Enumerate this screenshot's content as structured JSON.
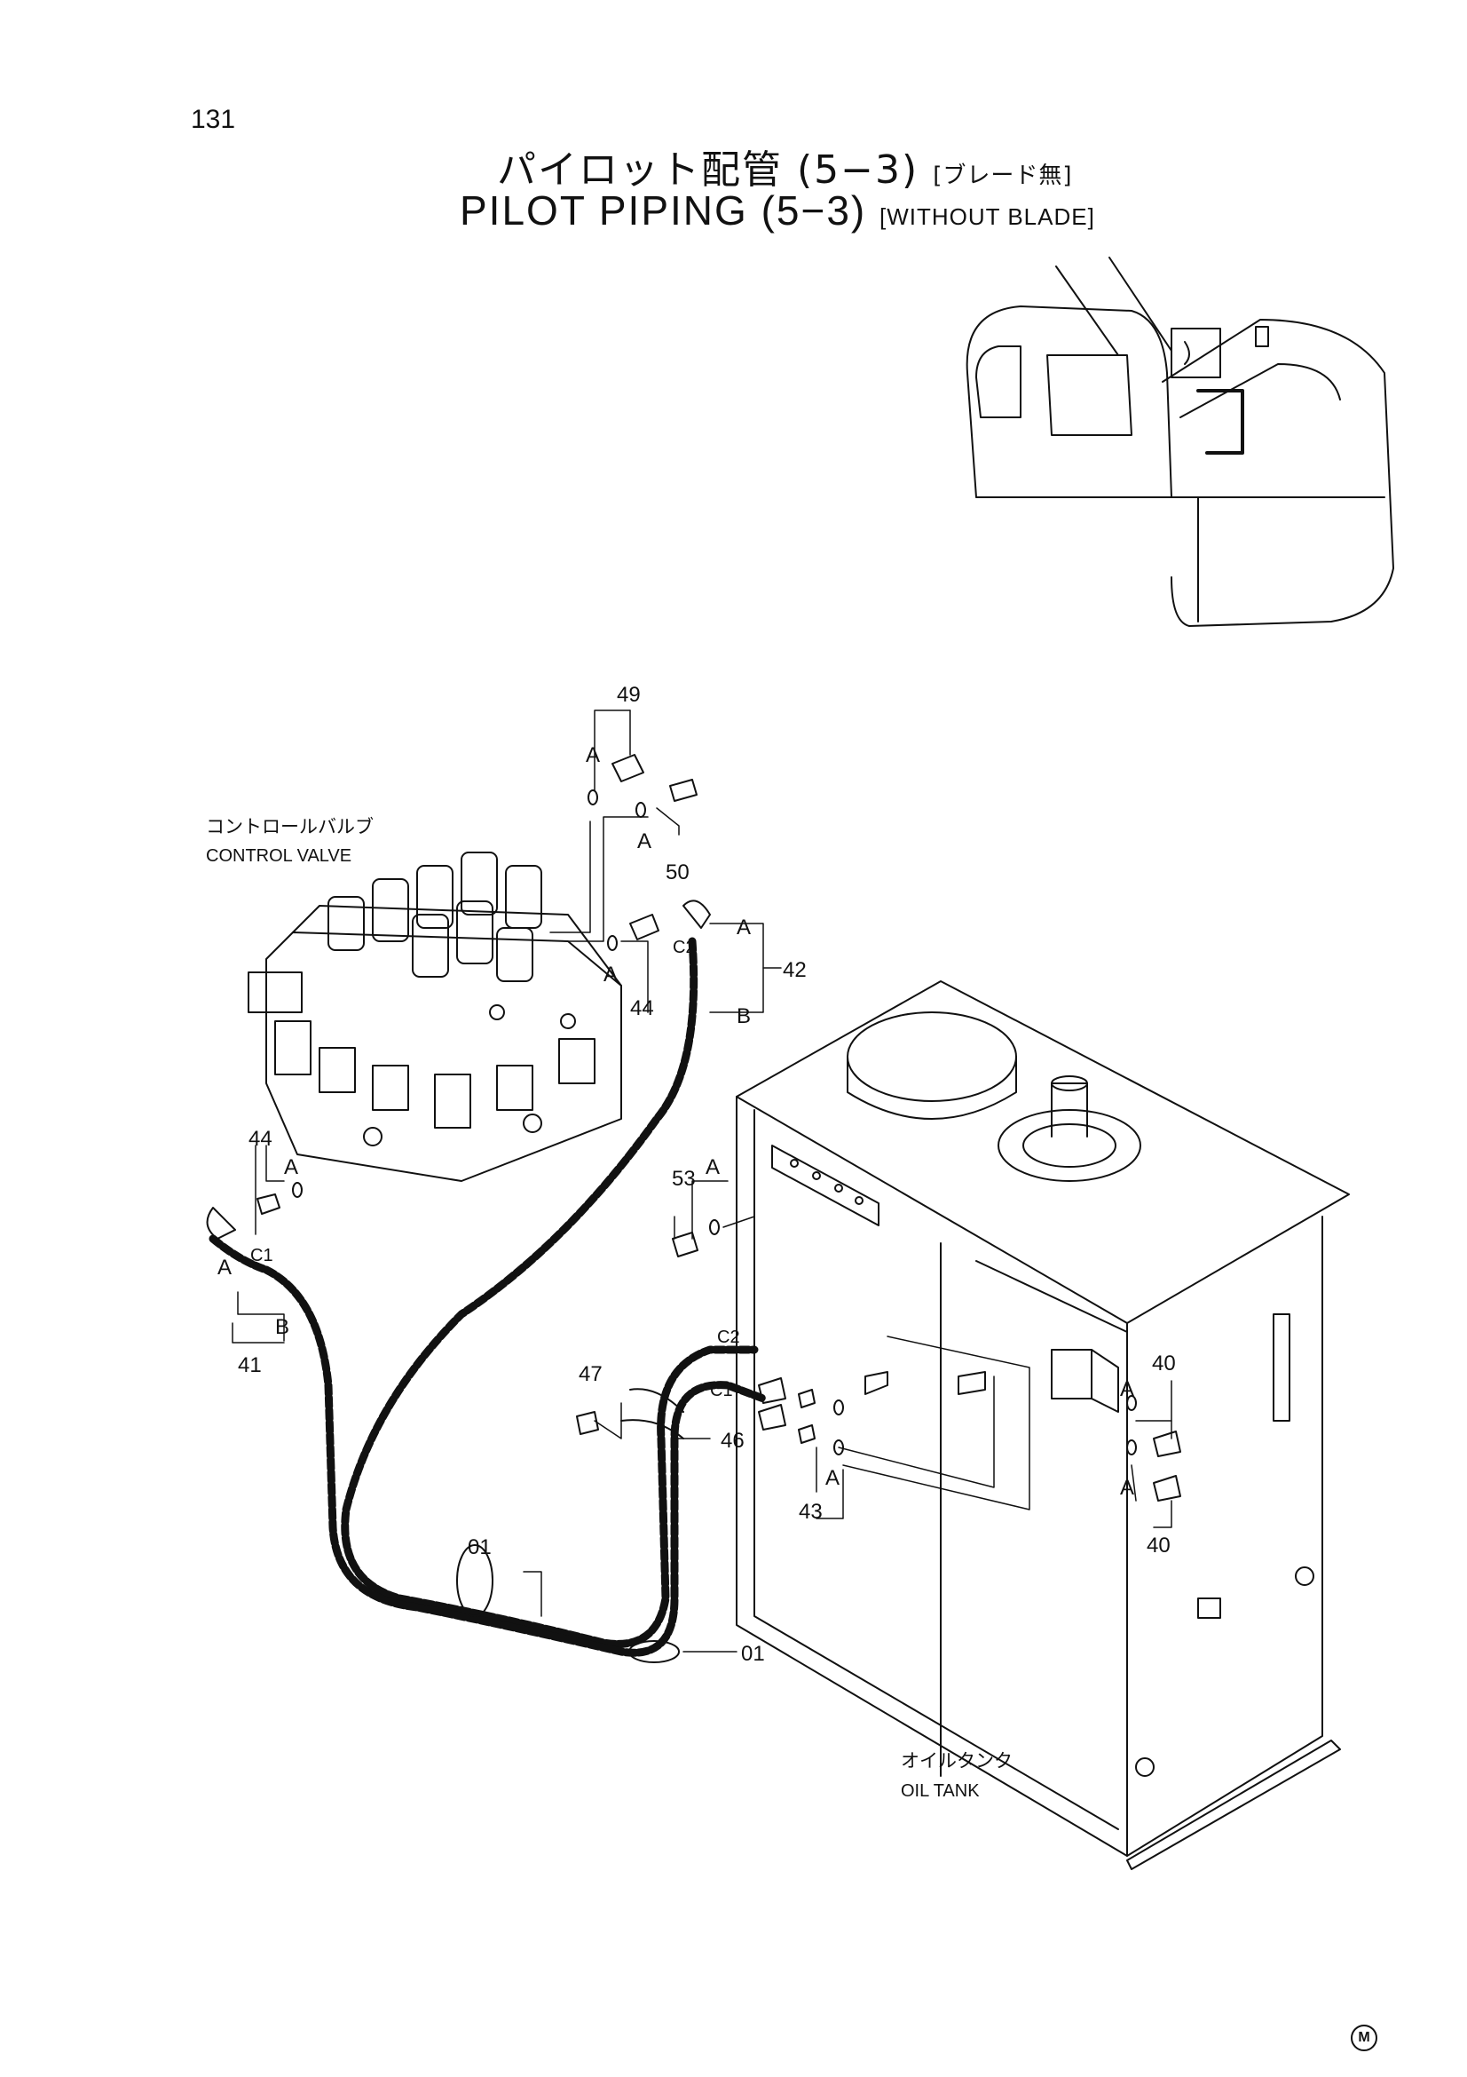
{
  "page": {
    "number": "131",
    "mark": "M"
  },
  "title": {
    "ja_main": "パイロット配管 (5−3)",
    "ja_sub": "[ブレード無]",
    "en_main": "PILOT PIPING (5−3)",
    "en_sub": "[WITHOUT BLADE]"
  },
  "components": {
    "control_valve_ja": "コントロールバルブ",
    "control_valve_en": "CONTROL VALVE",
    "oil_tank_ja": "オイルタンク",
    "oil_tank_en": "OIL TANK"
  },
  "callouts": {
    "p49": "49",
    "p50": "50",
    "p42": "42",
    "p44_top": "44",
    "p44_left": "44",
    "p53": "53",
    "p41": "41",
    "p47": "47",
    "p46": "46",
    "p43": "43",
    "p40_top": "40",
    "p40_bottom": "40",
    "p01_left": "01",
    "p01_right": "01"
  },
  "port_labels": {
    "A": "A",
    "B": "B",
    "C1": "C1",
    "C2": "C2"
  }
}
